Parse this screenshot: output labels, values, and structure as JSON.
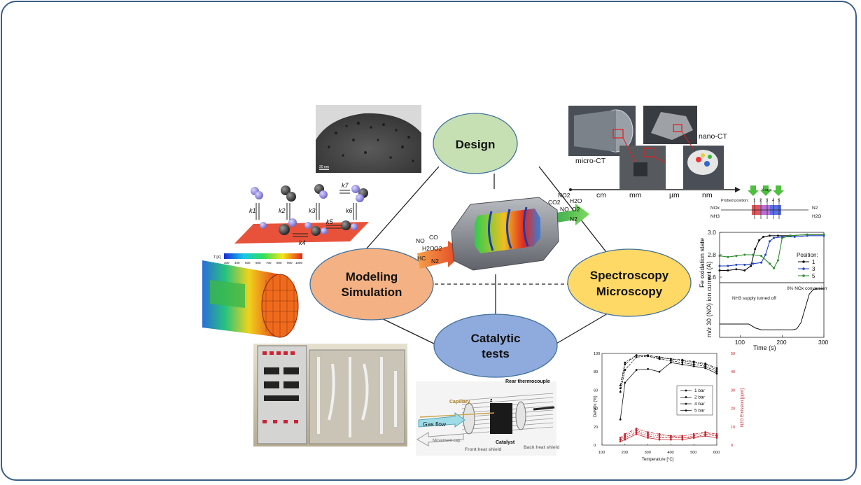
{
  "colors": {
    "frame": "#3a5f86",
    "design": "#c6e0b4",
    "modeling": "#f4b183",
    "spectroscopy": "#ffd966",
    "catalytic": "#8faadc"
  },
  "nodes": {
    "design": "Design",
    "modeling_line1": "Modeling",
    "modeling_line2": "Simulation",
    "spectroscopy_line1": "Spectroscopy",
    "spectroscopy_line2": "Microscopy",
    "catalytic_line1": "Catalytic",
    "catalytic_line2": "tests"
  },
  "converter": {
    "inlet": [
      "NO",
      "CO",
      "H2O",
      "O2",
      "HC",
      "N2"
    ],
    "outlet": [
      "NO2",
      "H2O",
      "CO2",
      "NO",
      "O2",
      "N2"
    ]
  },
  "tem": {
    "scale": "20 nm"
  },
  "ct": {
    "micro": "micro-CT",
    "nano": "nano-CT",
    "scale_labels": [
      "cm",
      "mm",
      "µm",
      "nm"
    ]
  },
  "kinetics": {
    "labels": [
      "k1",
      "k2",
      "k3",
      "k4",
      "k5",
      "k6",
      "k7"
    ]
  },
  "thermal": {
    "unit": "T [K]",
    "ticks": [
      "300",
      "400",
      "500",
      "600",
      "700",
      "800",
      "900",
      "1000"
    ]
  },
  "probe": {
    "title": "X-rays",
    "position_label": "Probed position:",
    "positions": [
      "1",
      "2",
      "3",
      "4",
      "5"
    ],
    "left_top": "NOx",
    "left_bottom": "NH3",
    "right_top": "N2",
    "right_bottom": "H2O"
  },
  "fe_chart": {
    "ylabel_top": "Fe oxidation state",
    "ylabel_bottom": "m/z 30 (NO) ion current (A)",
    "xlabel": "Time (s)",
    "legend_title": "Position:",
    "annot_nh3": "NH3 supply turned off",
    "annot_conv": "0% NOx conversion"
  },
  "chart_data": [
    {
      "type": "line",
      "title": "",
      "xlabel": "Time (s)",
      "ylabel": "Fe oxidation state",
      "xlim": [
        50,
        300
      ],
      "ylim": [
        2.55,
        3.0
      ],
      "x_ticks": [
        "100",
        "200",
        "300"
      ],
      "y_ticks": [
        "2.6",
        "2.8",
        "3.0"
      ],
      "legend_title": "Position:",
      "series": [
        {
          "name": "1",
          "color": "#111111",
          "x": [
            50,
            70,
            90,
            110,
            125,
            135,
            145,
            155,
            170,
            190,
            220,
            260,
            300
          ],
          "y": [
            2.66,
            2.66,
            2.67,
            2.66,
            2.7,
            2.85,
            2.93,
            2.96,
            2.97,
            2.97,
            2.97,
            2.98,
            2.98
          ]
        },
        {
          "name": "3",
          "color": "#1f3fbf",
          "x": [
            50,
            70,
            90,
            110,
            130,
            150,
            160,
            170,
            180,
            200,
            230,
            260,
            300
          ],
          "y": [
            2.7,
            2.7,
            2.71,
            2.71,
            2.72,
            2.73,
            2.8,
            2.92,
            2.95,
            2.96,
            2.96,
            2.97,
            2.97
          ]
        },
        {
          "name": "5",
          "color": "#2e8b2e",
          "x": [
            50,
            70,
            90,
            110,
            130,
            150,
            170,
            180,
            190,
            200,
            220,
            260,
            300
          ],
          "y": [
            2.79,
            2.78,
            2.79,
            2.8,
            2.8,
            2.79,
            2.72,
            2.68,
            2.75,
            2.95,
            2.97,
            2.98,
            2.98
          ]
        }
      ]
    },
    {
      "type": "line",
      "title": "",
      "xlabel": "Time (s)",
      "ylabel": "m/z 30 (NO) ion current (A)",
      "xlim": [
        50,
        300
      ],
      "x_ticks": [
        "100",
        "200",
        "300"
      ],
      "series": [
        {
          "name": "",
          "x": [
            50,
            100,
            120,
            135,
            150,
            200,
            225,
            235,
            245,
            255,
            265,
            275,
            290,
            300
          ],
          "y": [
            0.22,
            0.22,
            0.22,
            0.14,
            0.1,
            0.1,
            0.1,
            0.12,
            0.25,
            0.55,
            0.85,
            0.95,
            0.96,
            0.96
          ]
        }
      ]
    },
    {
      "type": "line",
      "title": "",
      "xlabel": "Temperature [°C]",
      "ylabel": "DeNOx (%)",
      "y2label": "N2O Emission [ppm]",
      "xlim": [
        100,
        600
      ],
      "ylim": [
        0,
        100
      ],
      "y2lim": [
        0,
        50
      ],
      "x_ticks": [
        "100",
        "200",
        "300",
        "400",
        "500",
        "600"
      ],
      "y_ticks": [
        "0",
        "20",
        "40",
        "60",
        "80",
        "100"
      ],
      "y2_ticks": [
        "0",
        "10",
        "20",
        "30",
        "40",
        "50"
      ],
      "x": [
        180,
        200,
        250,
        300,
        350,
        400,
        450,
        500,
        550,
        600
      ],
      "series": [
        {
          "name": "1 bar",
          "axis": "left",
          "values": [
            28,
            68,
            82,
            83,
            80,
            90,
            88,
            86,
            84,
            78
          ]
        },
        {
          "name": "2 bar",
          "axis": "left",
          "values": [
            58,
            82,
            96,
            97,
            94,
            92,
            90,
            88,
            86,
            80
          ]
        },
        {
          "name": "4 bar",
          "axis": "left",
          "values": [
            62,
            88,
            98,
            97,
            95,
            94,
            92,
            90,
            88,
            82
          ]
        },
        {
          "name": "5 bar",
          "axis": "left",
          "values": [
            65,
            90,
            98,
            98,
            96,
            94,
            93,
            91,
            89,
            84
          ]
        },
        {
          "name": "",
          "axis": "right",
          "values": [
            2,
            3,
            6,
            4,
            3,
            3,
            3,
            4,
            5,
            4
          ]
        },
        {
          "name": "",
          "axis": "right",
          "values": [
            3,
            4,
            7,
            5,
            4,
            4,
            4,
            4,
            6,
            5
          ]
        },
        {
          "name": "",
          "axis": "right",
          "values": [
            3,
            5,
            8,
            6,
            5,
            5,
            4,
            5,
            7,
            5
          ]
        },
        {
          "name": "",
          "axis": "right",
          "values": [
            4,
            6,
            9,
            7,
            6,
            5,
            5,
            6,
            7,
            6
          ]
        }
      ]
    }
  ],
  "reactor": {
    "rear_thermocouple": "Rear thermocouple",
    "capillary": "Capillary",
    "z": "z",
    "gas_flow": "Gas flow",
    "movement": "Movement cap.",
    "front_heat_shield": "Front heat shield",
    "catalyst": "Catalyst",
    "back_heat_shield": "Back heat shield"
  }
}
